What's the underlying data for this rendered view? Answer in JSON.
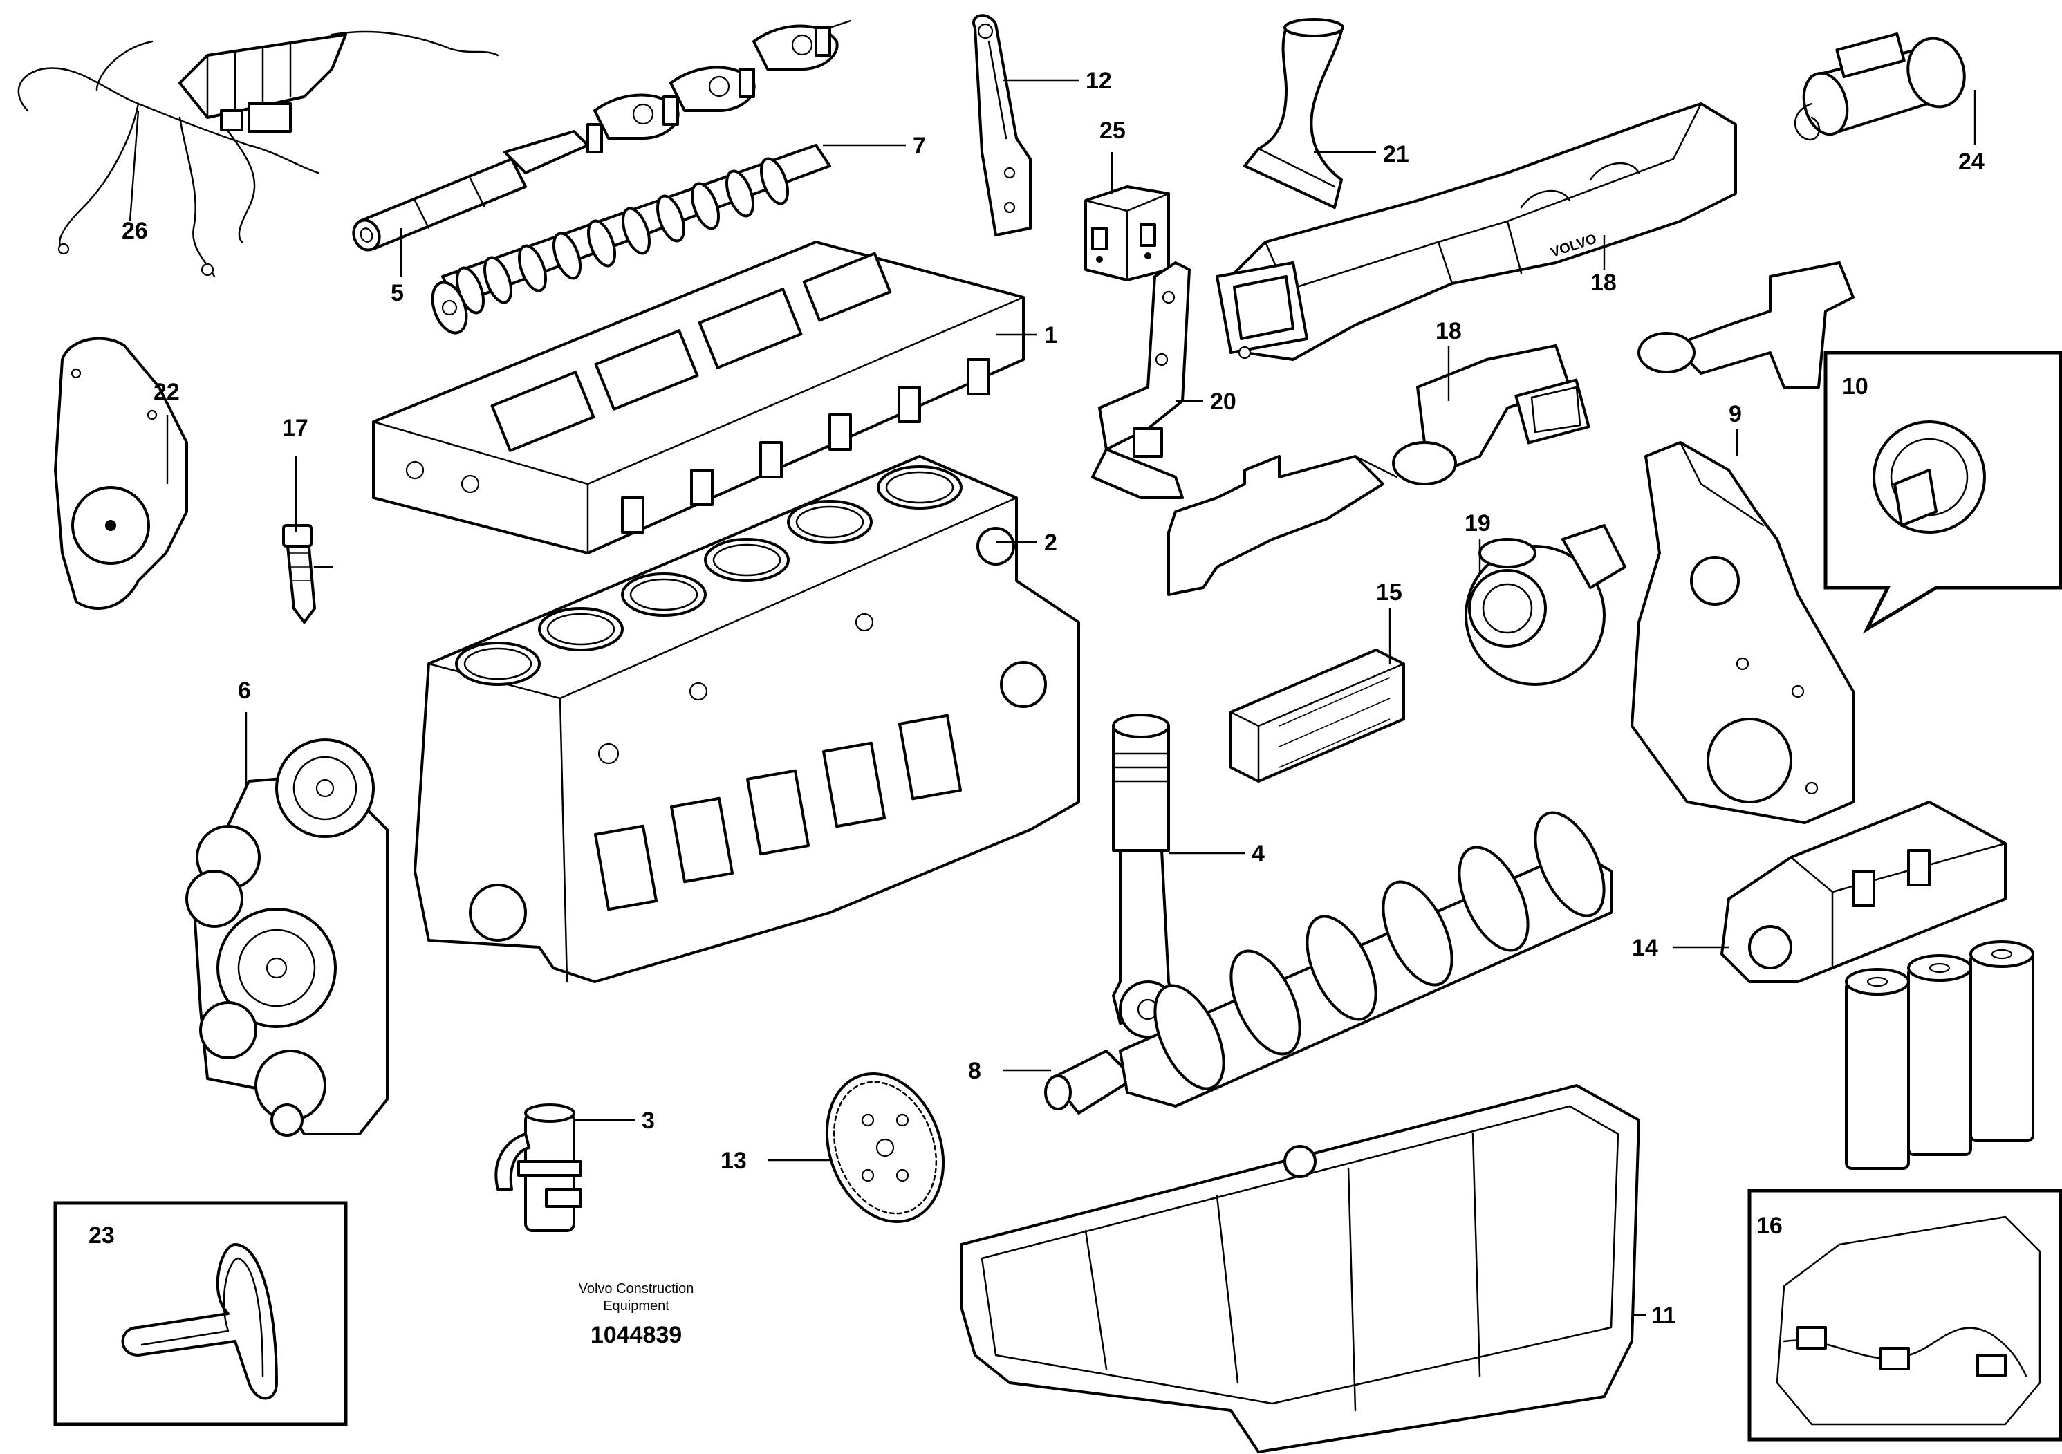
{
  "labels": {
    "l1": "1",
    "l2": "2",
    "l3": "3",
    "l4": "4",
    "l5": "5",
    "l6": "6",
    "l7": "7",
    "l8": "8",
    "l9": "9",
    "l10": "10",
    "l11": "11",
    "l12": "12",
    "l13": "13",
    "l14": "14",
    "l15": "15",
    "l16": "16",
    "l17": "17",
    "l18a": "18",
    "l18b": "18",
    "l19": "19",
    "l20": "20",
    "l21": "21",
    "l22": "22",
    "l23": "23",
    "l24": "24",
    "l25": "25",
    "l26": "26"
  },
  "caption": {
    "line1": "Volvo Construction",
    "line2": "Equipment",
    "drawing_number": "1044839"
  },
  "brand_mark": "VOLVO",
  "colors": {
    "ink": "#000000",
    "paper": "#ffffff"
  }
}
